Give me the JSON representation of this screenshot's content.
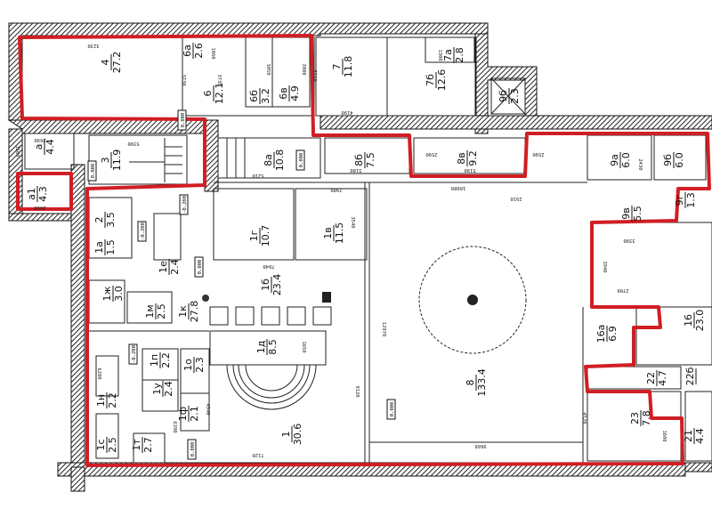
{
  "title": "Floor plan",
  "colors": {
    "highlight": "#d01e24",
    "wall": "#111111",
    "background": "#ffffff"
  },
  "rooms": [
    {
      "id": "4",
      "area": "27.2"
    },
    {
      "id": "6а",
      "area": "2.6"
    },
    {
      "id": "6",
      "area": "12.1"
    },
    {
      "id": "6б",
      "area": "3.2"
    },
    {
      "id": "6в",
      "area": "4.9"
    },
    {
      "id": "7",
      "area": "11.8"
    },
    {
      "id": "7а",
      "area": "2.8"
    },
    {
      "id": "7б",
      "area": "12.6"
    },
    {
      "id": "9б",
      "area": "2.3"
    },
    {
      "id": "а",
      "area": "4.4"
    },
    {
      "id": "а1",
      "area": "4.3"
    },
    {
      "id": "3",
      "area": "11.9"
    },
    {
      "id": "8а",
      "area": "10.8"
    },
    {
      "id": "8б",
      "area": "7.5"
    },
    {
      "id": "8в",
      "area": "9.2"
    },
    {
      "id": "9а",
      "area": "6.0"
    },
    {
      "id": "9б",
      "area": "6.0"
    },
    {
      "id": "9в",
      "area": "5.5"
    },
    {
      "id": "9г",
      "area": "1.3"
    },
    {
      "id": "1г",
      "area": "10.7"
    },
    {
      "id": "1в",
      "area": "11.5"
    },
    {
      "id": "2",
      "area": "3.5"
    },
    {
      "id": "1а",
      "area": "1.5"
    },
    {
      "id": "1е",
      "area": "2.4"
    },
    {
      "id": "1б",
      "area": "23.4"
    },
    {
      "id": "1ж",
      "area": "3.0"
    },
    {
      "id": "1м",
      "area": "2.5"
    },
    {
      "id": "1к",
      "area": "27.8"
    },
    {
      "id": "1д",
      "area": "8.5"
    },
    {
      "id": "1п",
      "area": "2.2"
    },
    {
      "id": "1о",
      "area": "2.3"
    },
    {
      "id": "1у",
      "area": "2.4"
    },
    {
      "id": "1ф",
      "area": "2.1"
    },
    {
      "id": "1н",
      "area": "2.2"
    },
    {
      "id": "1с",
      "area": "2.5"
    },
    {
      "id": "1т",
      "area": "2.7"
    },
    {
      "id": "1",
      "area": "30.6"
    },
    {
      "id": "8",
      "area": "133.4"
    },
    {
      "id": "16а",
      "area": "6.9"
    },
    {
      "id": "16",
      "area": "23.0"
    },
    {
      "id": "22",
      "area": "4.7"
    },
    {
      "id": "22б",
      "area": ""
    },
    {
      "id": "23",
      "area": "7.8"
    },
    {
      "id": "21",
      "area": "4.4"
    }
  ],
  "dimensions": [
    "3230",
    "3730",
    "3730",
    "3110",
    "1860",
    "3050",
    "3080",
    "4190",
    "1300",
    "2590",
    "2690",
    "2690",
    "1660",
    "5390",
    "5210",
    "2980",
    "7040",
    "3540",
    "5190",
    "2590",
    "3180",
    "2430",
    "10080",
    "3390",
    "3940",
    "2910",
    "12970",
    "9120",
    "9660",
    "7120",
    "1650",
    "4340",
    "6280",
    "6390",
    "2700",
    "4520",
    "1600"
  ],
  "levels": [
    "0.000",
    "0.000",
    "-0.200",
    "-0.200",
    "0.000",
    "-0.200",
    "0.000",
    "0.000",
    "0.000"
  ]
}
